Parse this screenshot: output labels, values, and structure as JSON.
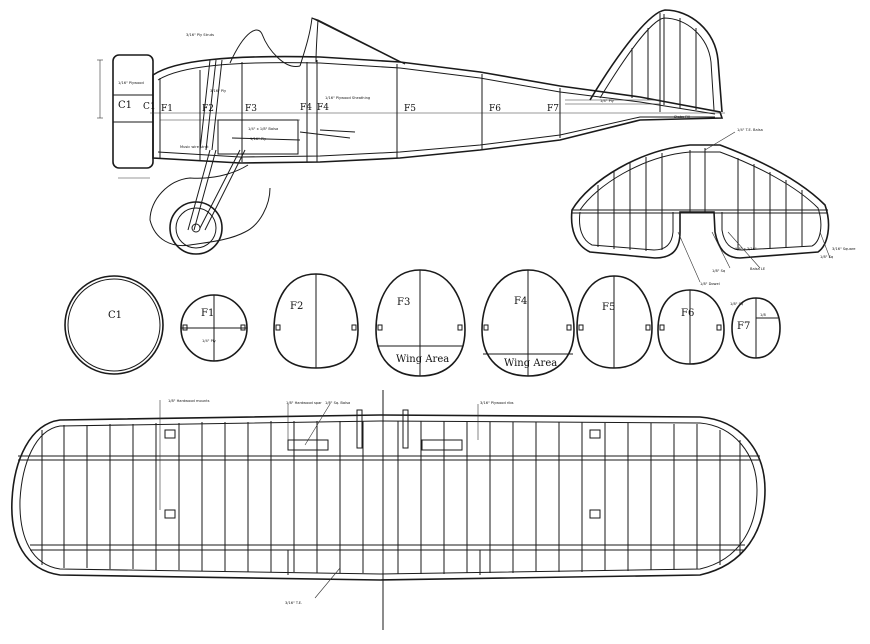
{
  "fuselage": {
    "stations": [
      "C1",
      "C1",
      "F1",
      "F2",
      "F3",
      "F4",
      "F4",
      "F5",
      "F6",
      "F7"
    ],
    "notes": {
      "cowl_ply": "1/16\" Plywood",
      "sheeting": "1/16\" Plywood Sheathing",
      "stab_fill": "Stabs Fill",
      "top_strut": "3/16\" Ply Struts",
      "cabane": "3/16\" Ply",
      "mid_ply": "1/16\" Ply",
      "spar_note": "1/4\" x 1/8\" Balsa",
      "wire_note": "Music wire strut",
      "fin_note": "1/4\" Ply"
    }
  },
  "stabilizer": {
    "notes": [
      "1/4\" T.E. Balsa",
      "1/8\" Dowel",
      "3/16\" Square",
      "Balsa LE",
      "1/8\" Sq",
      "1/8\" Sq",
      "1/8\" Sq",
      "1/8\" x 3/16\""
    ]
  },
  "formers": {
    "c1": "C1",
    "f1": "F1",
    "f1_note": "1/4\" Ply",
    "f2": "F2",
    "f3": "F3",
    "f3_area": "Wing Area",
    "f4": "F4",
    "f4_area": "Wing Area",
    "f5": "F5",
    "f6": "F6",
    "f7": "F7",
    "f7_note": "1/8"
  },
  "wing": {
    "notes": {
      "n1": "1/8\" Hardwood mounts",
      "n2": "1/8\" Hardwood spar",
      "n3": "1/8\" Sq. Balsa",
      "n4": "3/16\" Plywood ribs",
      "n5": "3/16\" T.E."
    }
  }
}
